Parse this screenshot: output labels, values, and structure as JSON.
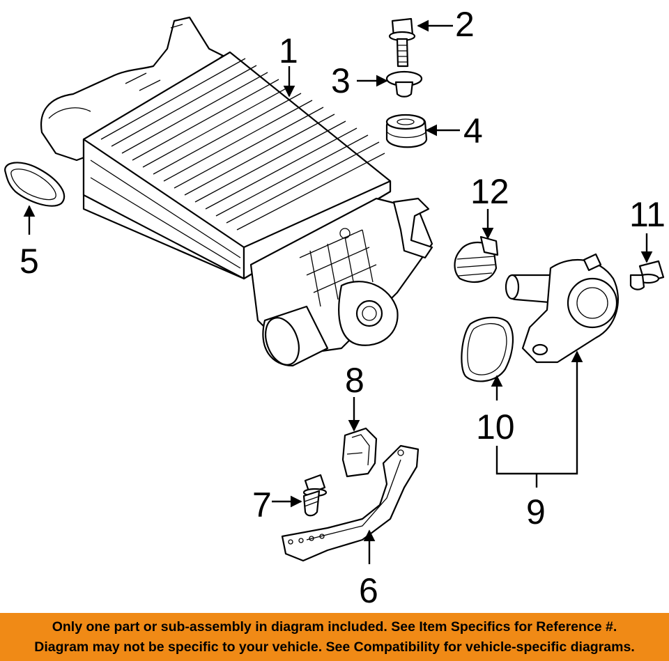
{
  "callouts": {
    "c1": "1",
    "c2": "2",
    "c3": "3",
    "c4": "4",
    "c5": "5",
    "c6": "6",
    "c7": "7",
    "c8": "8",
    "c9": "9",
    "c10": "10",
    "c11": "11",
    "c12": "12"
  },
  "banner": {
    "line1": "Only one part or sub-assembly in diagram included. See Item Specifics for Reference #.",
    "line2": "Diagram may not be specific to your vehicle. See Compatibility for vehicle-specific diagrams."
  },
  "colors": {
    "banner_bg": "#f08a16",
    "ink": "#000000",
    "paper": "#ffffff"
  }
}
